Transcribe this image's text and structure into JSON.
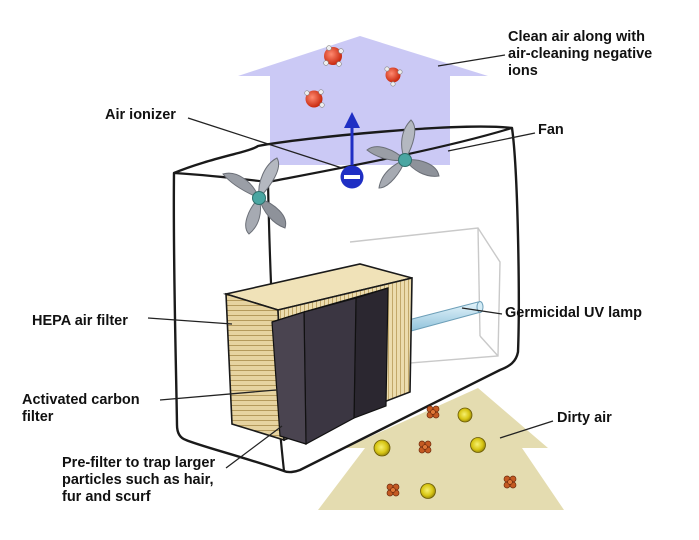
{
  "labels": {
    "clean_air": [
      "Clean air along with",
      "air-cleaning negative",
      "ions"
    ],
    "air_ionizer": "Air ionizer",
    "fan": "Fan",
    "hepa_filter": "HEPA air filter",
    "uv_lamp": "Germicidal UV lamp",
    "carbon_filter": [
      "Activated carbon",
      "filter"
    ],
    "dirty_air": "Dirty air",
    "pre_filter": [
      "Pre-filter to trap larger",
      "particles such as hair,",
      "fur and scurf"
    ]
  },
  "colors": {
    "clean_air_arrow": "#c8c6f4",
    "dirty_air_arrow": "#e4dcb0",
    "hepa_filter": "#e6d3a0",
    "carbon_filter": "#4a4450",
    "ionizer": "#1f2fc4",
    "fan_blade": "#9a9ea6",
    "fan_hub": "#4aa6a2",
    "uv_lamp": "#a9d3e8",
    "pollen": "#e2d418",
    "dust": "#c45a22",
    "ion": "#e03a20"
  },
  "icons": [
    "fan-icon",
    "negative-ion-icon",
    "pollen-particle-icon",
    "dust-particle-icon"
  ]
}
